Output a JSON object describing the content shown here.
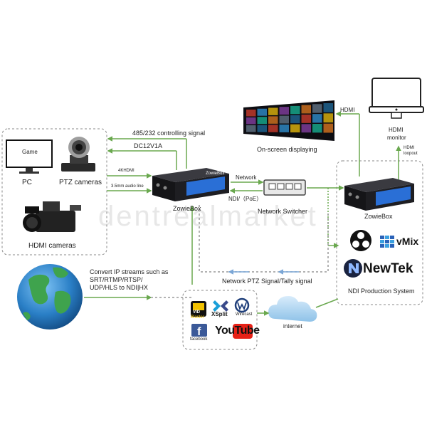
{
  "devices": {
    "zowiebox_left": "ZowieBox",
    "zowiebox_right": "ZowieBox",
    "zowiebox_brand": "ZowieBox",
    "network_switcher": "Network Switcher"
  },
  "sources": {
    "pc": "PC",
    "pc_screen": "Game",
    "ptz_cameras": "PTZ cameras",
    "hdmi_cameras": "HDMI cameras"
  },
  "connections": {
    "control_signal": "485/232 controlling signal",
    "power": "DC12V1A",
    "hdmi_4k": "4KHDMI",
    "audio_line": "3.5mm audio line",
    "network": "Network",
    "ndi_poe": "NDI/（PoE）",
    "hdmi_top": "HDMI",
    "hdmi_loopout_1": "HDMI",
    "hdmi_loopout_2": "loopout",
    "tally_signal": "Network PTZ Signal/Tally signal",
    "internet": "internet"
  },
  "outputs": {
    "onscreen": "On-screen displaying",
    "hdmi_monitor_1": "HDMI",
    "hdmi_monitor_2": "monitor"
  },
  "streaming": {
    "line1": "Convert IP streams such as",
    "line2": "SRT/RTMP/RTSP/",
    "line3": "UDP/HLS to NDI|HX"
  },
  "production": {
    "title": "NDI Production System",
    "vmix": "vMix",
    "newtek": "NewTek"
  },
  "platforms": {
    "vidblaster_1": "VID",
    "vidblaster_2": "Blaster",
    "xsplit": "XSplit",
    "wirecast": "Wirecast",
    "facebook": "facebook",
    "youtube": "YouTube"
  },
  "watermark": "dentrealmarket",
  "colors": {
    "arrow": "#6aa84f",
    "dashed_border": "#8a8a8a",
    "device_body": "#1e1e22",
    "device_screen": "#2a6fd6",
    "youtube_red": "#e62117",
    "facebook_blue": "#3b5998"
  }
}
